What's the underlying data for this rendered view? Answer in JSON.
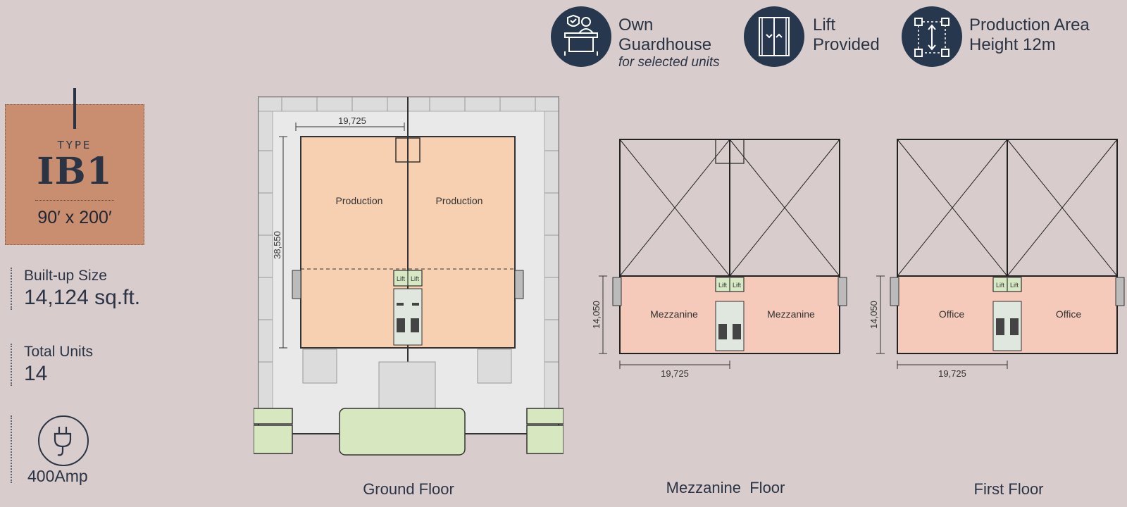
{
  "features": [
    {
      "icon": "guardhouse-icon",
      "title_line1": "Own",
      "title_line2": "Guardhouse",
      "subtitle": "for selected units"
    },
    {
      "icon": "lift-icon",
      "title_line1": "Lift",
      "title_line2": "Provided"
    },
    {
      "icon": "height-icon",
      "title_line1": "Production Area",
      "title_line2": "Height 12m"
    }
  ],
  "type_card": {
    "label": "TYPE",
    "name": "IB1",
    "dimensions": "90′ x 200′"
  },
  "specs": {
    "builtup_label": "Built-up Size",
    "builtup_value": "14,124 sq.ft.",
    "units_label": "Total Units",
    "units_value": "14",
    "power_icon": "power-plug-icon",
    "power_value": "400Amp"
  },
  "ground_floor": {
    "caption": "Ground Floor",
    "width_dim": "19,725",
    "depth_dim": "38,550",
    "room_left": "Production",
    "room_right": "Production",
    "lift": "Lift"
  },
  "mezzanine_floor": {
    "caption": "Mezzanine  Floor",
    "width_dim": "19,725",
    "depth_dim": "14,050",
    "room_left": "Mezzanine",
    "room_right": "Mezzanine",
    "lift": "Lift"
  },
  "first_floor": {
    "caption": "First Floor",
    "width_dim": "19,725",
    "depth_dim": "14,050",
    "room_left": "Office",
    "room_right": "Office",
    "lift": "Lift"
  },
  "colors": {
    "background": "#d8cccc",
    "navy": "#27374d",
    "type_card": "#c98e6f",
    "production": "#f7cfb1",
    "mezzanine": "#f6cabb",
    "landscape": "#d7e7bf",
    "paving": "#e9e9e9"
  }
}
